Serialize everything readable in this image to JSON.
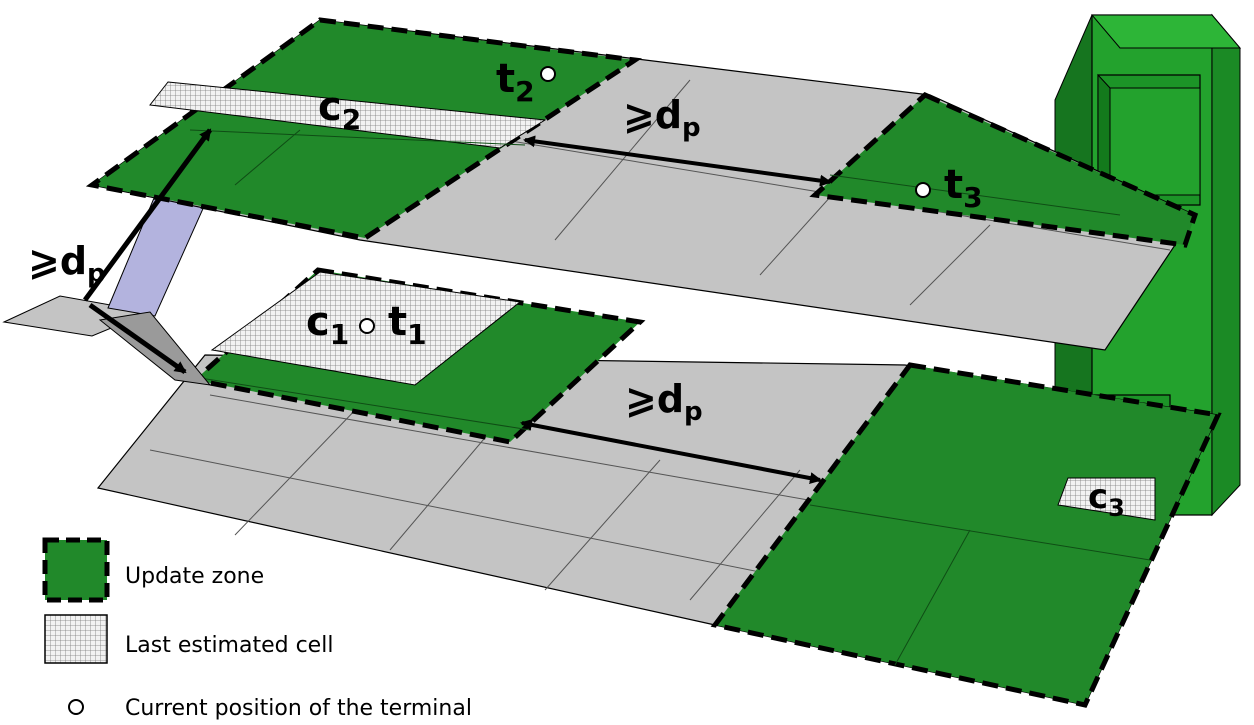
{
  "labels": {
    "c1": "c",
    "c1_sub": "1",
    "c2": "c",
    "c2_sub": "2",
    "c3": "c",
    "c3_sub": "3",
    "t1": "t",
    "t1_sub": "1",
    "t2": "t",
    "t2_sub": "2",
    "t3": "t",
    "t3_sub": "3",
    "dp_symbol": "⩾d",
    "dp_sub": "p"
  },
  "legend": {
    "update_zone": "Update zone",
    "last_cell": "Last estimated cell",
    "terminal": "Current position of the terminal"
  },
  "colors": {
    "update_zone": "#21892a",
    "floor": "#c3c3c3",
    "tower": "#1f9a2a",
    "stair": "#b3b3de",
    "outline": "#000000"
  }
}
